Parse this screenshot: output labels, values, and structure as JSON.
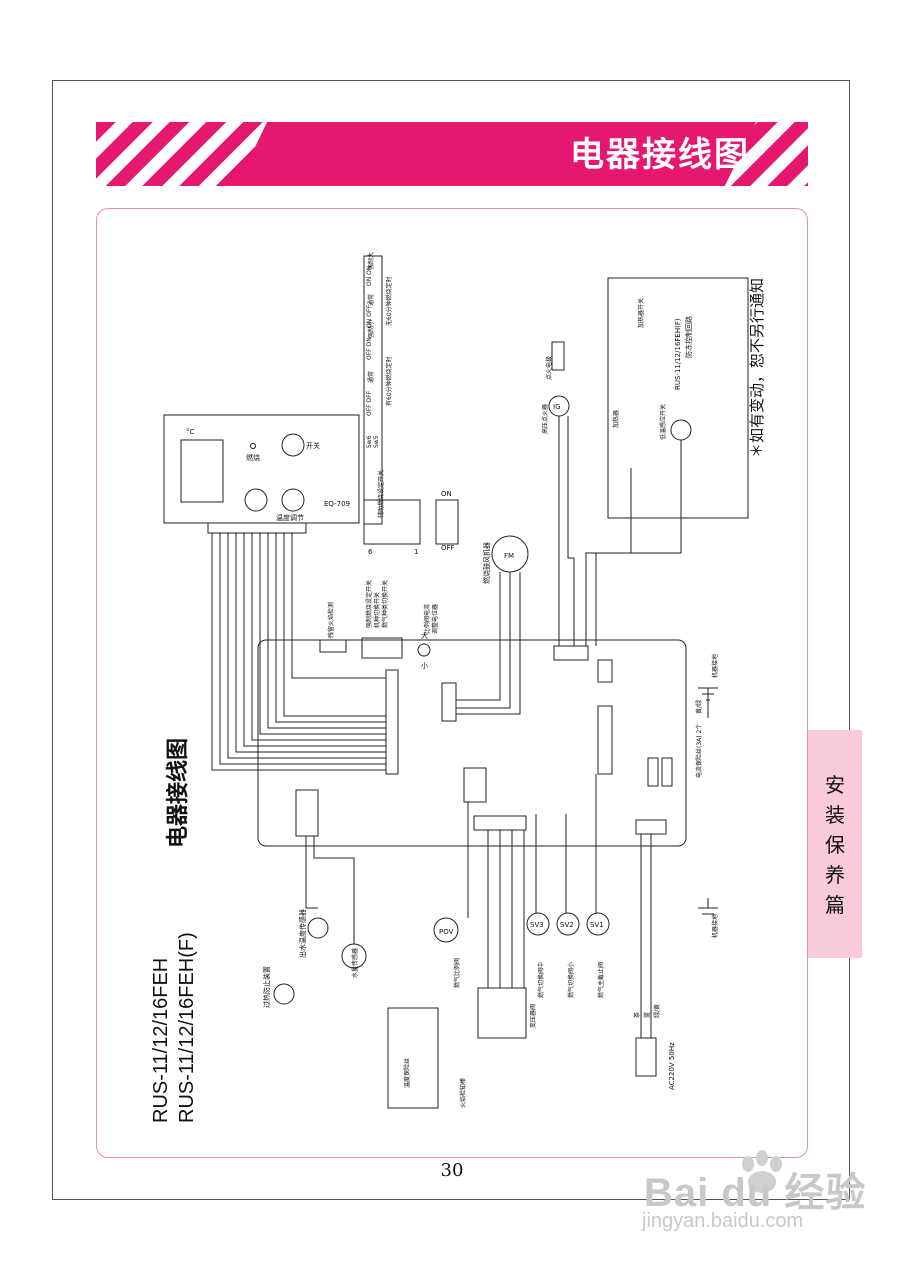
{
  "header": {
    "title": "电器接线图"
  },
  "side_tab": {
    "chars": [
      "安",
      "装",
      "保",
      "养",
      "篇"
    ]
  },
  "page_number": "30",
  "diagram": {
    "title": "电器接线图",
    "models": [
      "RUS-11/12/16FEH",
      "RUS-11/12/16FEH(F)"
    ],
    "notice": "＊如有变动，恕不另行通知",
    "control_panel": {
      "model": "EQ-709",
      "unit": "°C",
      "power": "开关",
      "burn": "燃烧",
      "temp_adjust": "温度调节"
    },
    "dip_table": {
      "header": "辅助燃烧设定开关",
      "switch_ids": [
        "Sw6",
        "Sw5"
      ],
      "states": [
        "OFF OFF",
        "通常",
        "OFF ON",
        "强制小",
        "ON OFF",
        "通常",
        "ON ON",
        "强制大"
      ],
      "note_with_timer": "有60分钟燃烧定时",
      "note_without_timer": "无60分钟燃烧定时"
    },
    "dip_switch": {
      "on": "ON",
      "off": "OFF",
      "num_1": "1",
      "num_6": "6"
    },
    "fan": {
      "label": "燃烧鼓风机器",
      "symbol": "FM"
    },
    "igniter": {
      "label": "高压点火器",
      "symbol": "IG",
      "electrode": "点火电极"
    },
    "antifreeze_box": {
      "model": "RUS-11/12/16FEH(F)",
      "circuit": "防冻控制回路",
      "heater": "加热器",
      "heater_switch": "加热器开关",
      "low_temp_switch": "低温感应开关"
    },
    "board_labels": {
      "residual_fire": "残留火焰检测",
      "strong_burn": "强制燃烧设定开关",
      "model_switch": "机种切换开关",
      "gas_switch": "燃气种类切换开关",
      "ratio_valve_current": "比例阀电流",
      "adjust_pot": "调整电位器",
      "big": "大",
      "small": "小",
      "machine_ground": "机器接地",
      "yellow_green": "黄/绿",
      "fuse": "电流保险丝(3A) 2个"
    },
    "components": {
      "outlet_sensor": "出水温度传感器",
      "water_sensor": "水量传感器",
      "overheat": "过热防止装置",
      "temp_fuse": "温度保险丝",
      "pov": "POV",
      "ratio_valve": "燃气比例阀",
      "flame_rod": "火焰检知棒",
      "transformer": "变压器阀",
      "sv3": "SV3",
      "sv2": "SV2",
      "sv1": "SV1",
      "sv3_label": "燃气切换阀中",
      "sv2_label": "燃气切换阀小",
      "sv1_label": "燃气主截止阀",
      "power_in": "AC220V 50Hz",
      "machine_ground": "机器接地",
      "wire_colors": [
        "茶",
        "蓝",
        "绿/黄"
      ]
    }
  }
}
